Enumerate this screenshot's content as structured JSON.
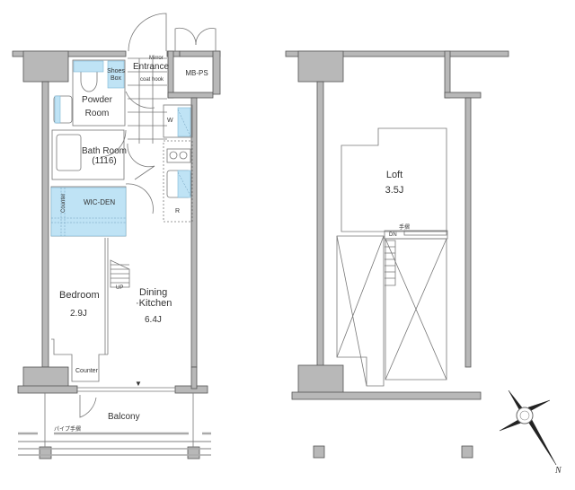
{
  "colors": {
    "wall": "#b8b8b8",
    "wall_stroke": "#555555",
    "fixture_blue": "#bfe3f5",
    "line": "#666666"
  },
  "plan_1f": {
    "rooms": {
      "entrance": "Entrance",
      "mirror": "Mirror",
      "coat_hook": "coat hook",
      "shoes_box_line1": "Shoes",
      "shoes_box_line2": "Box",
      "mb_ps": "MB-PS",
      "powder_room_line1": "Powder",
      "powder_room_line2": "Room",
      "washer": "W",
      "bath_room": "Bath Room",
      "bath_size": "(1116)",
      "wic_den": "WIC-DEN",
      "counter_vertical": "Counter",
      "refrigerator": "R",
      "bedroom": "Bedroom",
      "bedroom_size": "2.9J",
      "dining_kitchen_line1": "Dining",
      "dining_kitchen_line2": "·Kitchen",
      "dining_kitchen_size": "6.4J",
      "stair_up": "UP",
      "counter": "Counter",
      "balcony": "Balcony",
      "pipe_handrail": "パイプ手摺"
    }
  },
  "plan_loft": {
    "rooms": {
      "loft": "Loft",
      "loft_size": "3.5J",
      "handrail": "手摺",
      "stair_down": "DN"
    }
  },
  "compass": {
    "north_label": "N"
  }
}
